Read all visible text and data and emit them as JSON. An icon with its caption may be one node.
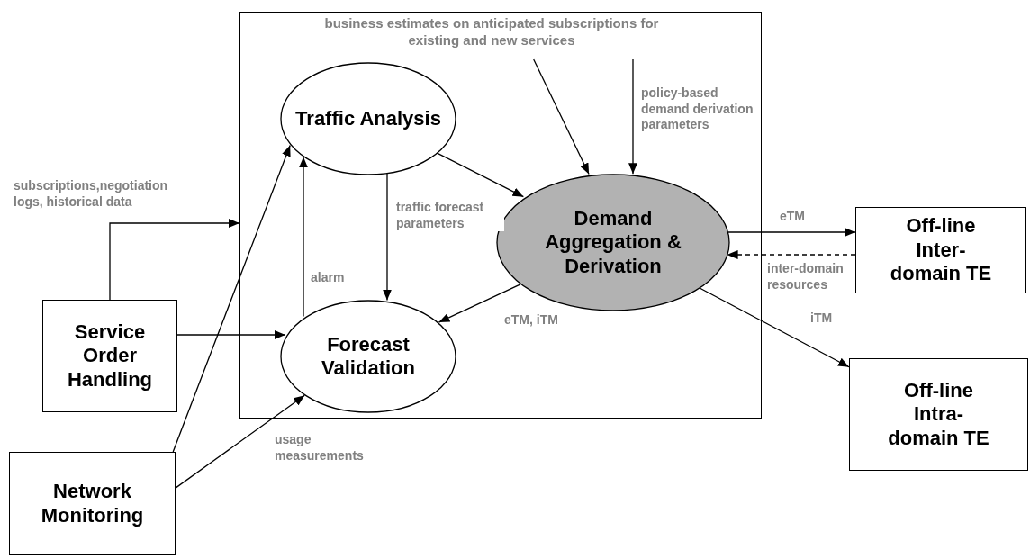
{
  "diagram": {
    "nodes": [
      {
        "text": [],
        "shape": "box"
      },
      {
        "text": [
          "business estimates on anticipated subscriptions for existing and new services"
        ],
        "in": 0
      },
      {
        "text": [
          "Traffic Analysis"
        ],
        "in": 0
      },
      {
        "text": [
          "Demand Aggregation & Derivation"
        ],
        "in": 0
      },
      {
        "text": [
          "Forecast Validation"
        ],
        "in": 0
      },
      {
        "text": [
          "Off-line Inter-domain TE"
        ]
      },
      {
        "text": [
          "Service Order Handling"
        ]
      },
      {
        "text": [
          "Off-line Intra-domain TE"
        ]
      },
      {
        "text": [
          "Network Monitoring"
        ]
      }
    ],
    "edges": [
      {
        "from": 8,
        "to": 2,
        "arrow": "to"
      },
      {
        "from": 8,
        "to": 4,
        "arrow": "to",
        "label": "usage measurements"
      },
      {
        "from": 6,
        "to": 0,
        "arrow": "to",
        "label": "subscriptions,negotiation logs, historical data"
      },
      {
        "from": 6,
        "to": 4,
        "arrow": "to"
      },
      {
        "from": 2,
        "to": 3,
        "arrow": "to"
      },
      {
        "from": 2,
        "to": 4,
        "arrow": "to",
        "label": "traffic forecast parameters"
      },
      {
        "from": 4,
        "to": 2,
        "arrow": "to",
        "label": "alarm"
      },
      {
        "from": 3,
        "to": 4,
        "arrow": "to",
        "label": "eTM, iTM"
      },
      {
        "from": 3,
        "to": 7,
        "arrow": "to",
        "label": "iTM"
      },
      {
        "from": 3,
        "to": 5,
        "arrow": "to",
        "label": "eTM"
      },
      {
        "from": 5,
        "to": 3,
        "arrow": "to",
        "label": "inter-domain resources",
        "style": "dashed"
      },
      {
        "from": 1,
        "to": 3,
        "arrow": "to"
      },
      {
        "from": 1,
        "to": 3,
        "arrow": "to",
        "label": "policy-based demand derivation parameters"
      }
    ]
  }
}
